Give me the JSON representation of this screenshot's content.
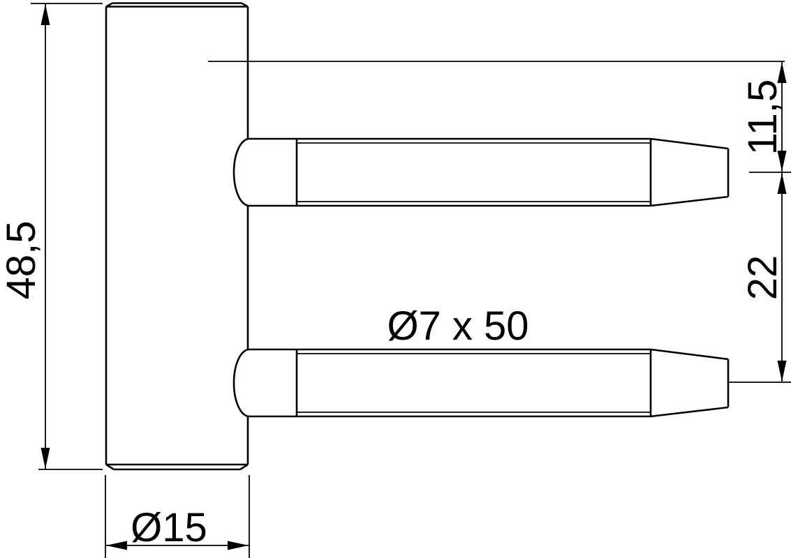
{
  "drawing": {
    "dimensions": {
      "overall_height": {
        "label": "48,5"
      },
      "body_diameter": {
        "label": "Ø15"
      },
      "pin_size": {
        "label": "Ø7 x 50"
      },
      "pin_top_offset": {
        "label": "11,5"
      },
      "pin_spacing": {
        "label": "22"
      }
    },
    "colors": {
      "line": "#000000",
      "background": "#ffffff"
    }
  }
}
